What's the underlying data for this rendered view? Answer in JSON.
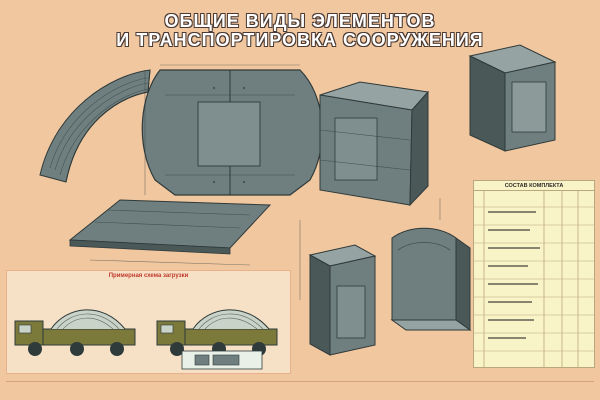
{
  "poster": {
    "title_line1": "ОБЩИЕ ВИДЫ ЭЛЕМЕНТОВ",
    "title_line2": "И ТРАНСПОРТИРОВКА СООРУЖЕНИЯ",
    "inset_header": "Примерная схема загрузки",
    "table_header": "СОСТАВ КОМПЛЕКТА"
  },
  "colors": {
    "background": "#f1c7a0",
    "metal": "#6f7f7f",
    "metal_dark": "#4b5858",
    "metal_light": "#95a3a2",
    "outline": "#2f3a3a",
    "truck_olive": "#7b7a3a",
    "table_bg": "#f9f4c8"
  }
}
